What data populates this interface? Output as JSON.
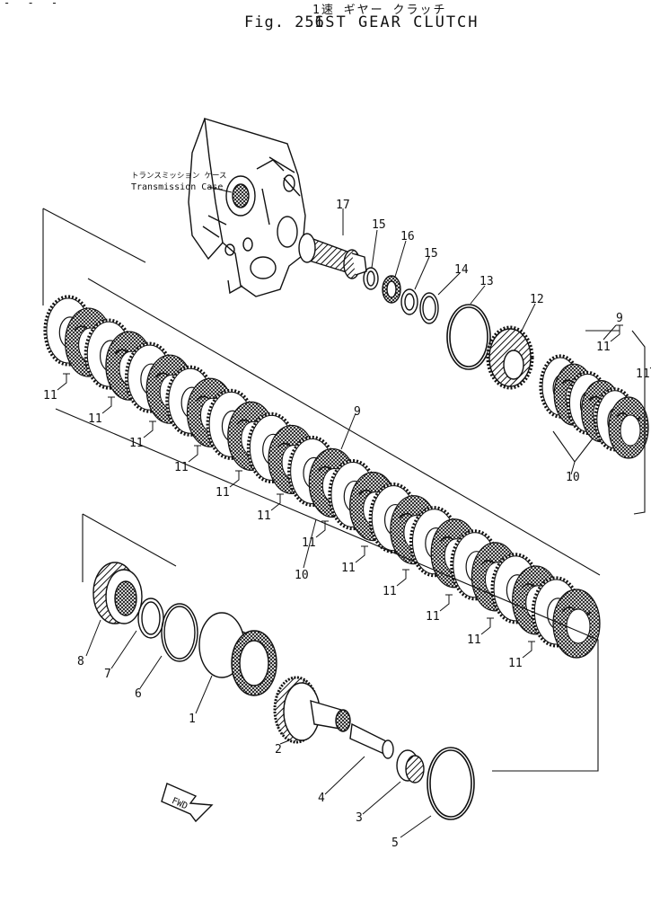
{
  "header": {
    "corner_marks": "- - -",
    "japanese_title": "1速 ギヤー クラッチ",
    "figure_number": "Fig. 256",
    "title": "1ST GEAR CLUTCH"
  },
  "case_label": {
    "japanese": "トランスミッション ケース",
    "english": "Transmission Case"
  },
  "fwd_label": "FWD",
  "callouts": {
    "c1": "1",
    "c2": "2",
    "c3": "3",
    "c4": "4",
    "c5": "5",
    "c6": "6",
    "c7": "7",
    "c8": "8",
    "c9a": "9",
    "c9b": "9",
    "c10a": "10",
    "c10b": "10",
    "c12": "12",
    "c13": "13",
    "c14": "14",
    "c15a": "15",
    "c15b": "15",
    "c16": "16",
    "c17": "17",
    "c11": "11"
  }
}
